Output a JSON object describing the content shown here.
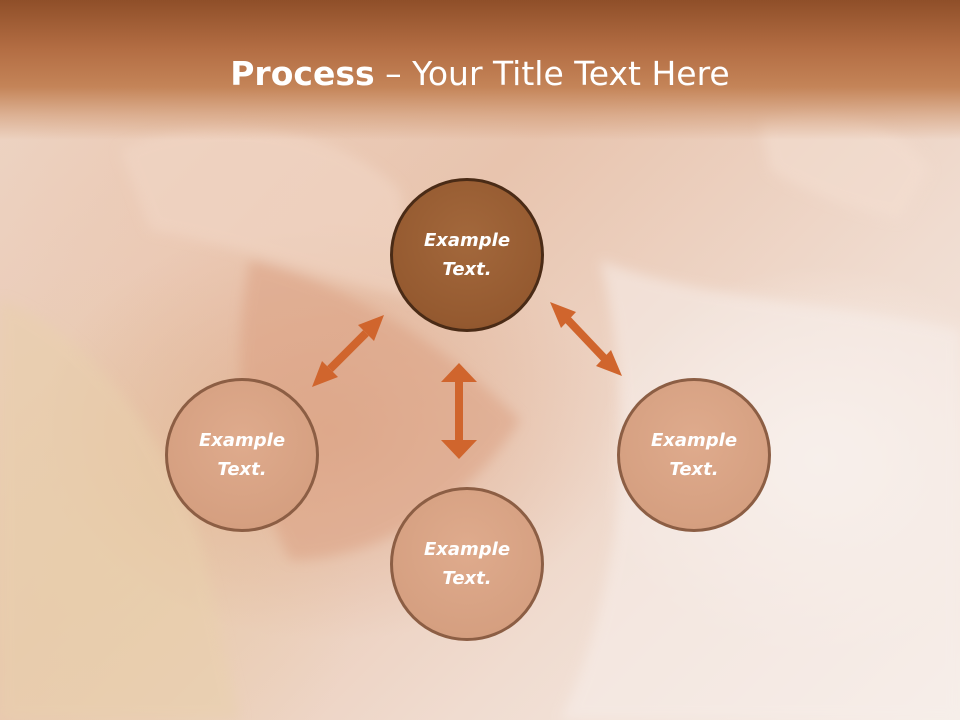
{
  "title": {
    "bold_part": "Process",
    "rest": " – Your Title Text Here"
  },
  "colors": {
    "header": "#b36d43",
    "center_node": "#9b5f34",
    "outer_node": "#d8a182",
    "arrow": "#d0652d"
  },
  "nodes": {
    "top": "Example\nText.",
    "left": "Example\nText.",
    "bottom": "Example\nText.",
    "right": "Example\nText."
  }
}
